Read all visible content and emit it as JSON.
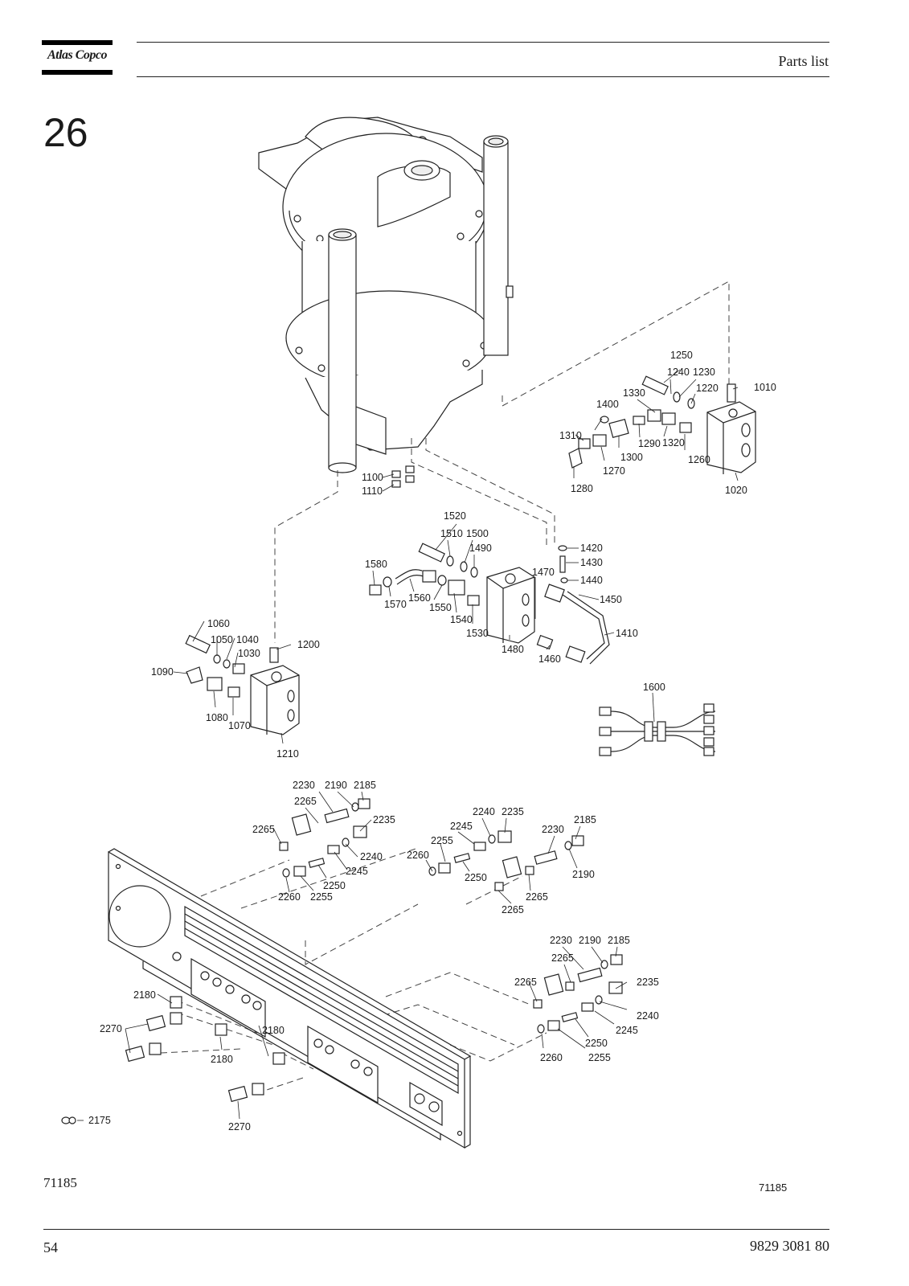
{
  "header": {
    "brand": "Atlas Copco",
    "title": "Parts list"
  },
  "section": {
    "number": "26"
  },
  "figure": {
    "ref_left": "71185",
    "ref_right": "71185"
  },
  "footer": {
    "page_number": "54",
    "document_number": "9829 3081 80"
  },
  "callouts": [
    "1010",
    "1020",
    "1030",
    "1040",
    "1050",
    "1060",
    "1070",
    "1080",
    "1090",
    "1100",
    "1110",
    "1200",
    "1210",
    "1220",
    "1230",
    "1240",
    "1250",
    "1260",
    "1270",
    "1280",
    "1290",
    "1300",
    "1310",
    "1320",
    "1330",
    "1400",
    "1410",
    "1420",
    "1430",
    "1440",
    "1450",
    "1460",
    "1470",
    "1480",
    "1490",
    "1500",
    "1510",
    "1520",
    "1530",
    "1540",
    "1550",
    "1560",
    "1570",
    "1580",
    "1600",
    "2230",
    "2190",
    "2185",
    "2265",
    "2235",
    "2265",
    "2240",
    "2245",
    "2250",
    "2260",
    "2255",
    "2240",
    "2235",
    "2245",
    "2230",
    "2185",
    "2255",
    "2260",
    "2250",
    "2190",
    "2265",
    "2265",
    "2230",
    "2190",
    "2185",
    "2265",
    "2235",
    "2265",
    "2240",
    "2245",
    "2250",
    "2260",
    "2255",
    "2180",
    "2270",
    "2180",
    "2180",
    "2270",
    "2175"
  ]
}
